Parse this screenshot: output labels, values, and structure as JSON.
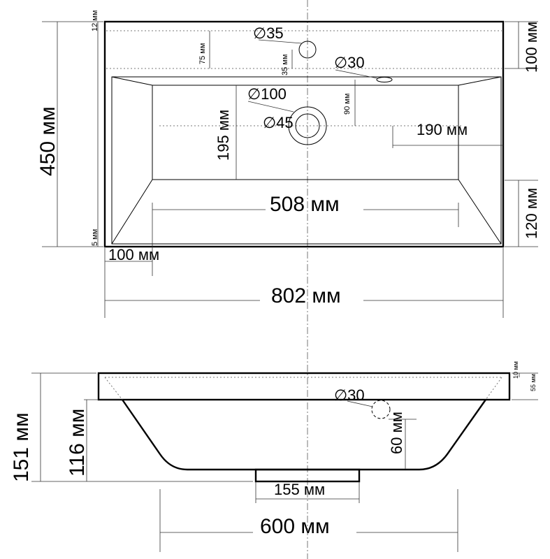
{
  "top_view": {
    "dims": {
      "d35": "∅35",
      "d30": "∅30",
      "d100": "∅100",
      "d45": "∅45",
      "total_depth": "450 мм",
      "back_ledge": "100 мм",
      "bowl_offset": "120 мм",
      "bowl_length": "508 мм",
      "side_ledge": "100 мм",
      "total_width": "802 мм",
      "bowl_depth": "195 мм",
      "drain_to_side": "190 мм",
      "rim_top": "12 мм",
      "rim_bottom": "5 мм",
      "hole_ledge": "75 мм",
      "hole_offset": "35 мм",
      "overflow_offset": "90 мм"
    }
  },
  "side_view": {
    "dims": {
      "overflow": "∅30",
      "total_height": "151 мм",
      "bowl_height": "116 мм",
      "overflow_height": "60 мм",
      "drain_width": "155 мм",
      "bottom_width": "600 мм",
      "rim_top": "10 мм",
      "rim_thickness": "55 мм"
    }
  }
}
